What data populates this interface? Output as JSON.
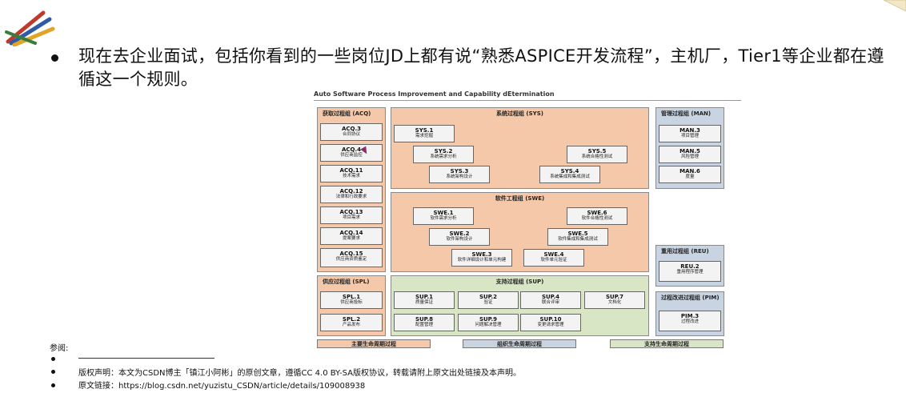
{
  "main": {
    "text": "现在去企业面试，包括你看到的一些岗位JD上都有说“熟悉ASPICE开发流程”，主机厂，Tier1等企业都在遵循这一个规则。"
  },
  "diagram": {
    "title": "Auto Software Process Improvement and Capability dEtermination",
    "acq": {
      "title": "获取过程组 (ACQ)",
      "items": [
        {
          "id": "ACQ.3",
          "name": "合同协议"
        },
        {
          "id": "ACQ.4",
          "name": "供应商监控"
        },
        {
          "id": "ACQ.11",
          "name": "技术需求"
        },
        {
          "id": "ACQ.12",
          "name": "法律和行政要求"
        },
        {
          "id": "ACQ.13",
          "name": "项目需求"
        },
        {
          "id": "ACQ.14",
          "name": "提案要求"
        },
        {
          "id": "ACQ.15",
          "name": "供应商资质鉴定"
        }
      ]
    },
    "spl": {
      "title": "供应过程组 (SPL)",
      "items": [
        {
          "id": "SPL.1",
          "name": "供应商投标"
        },
        {
          "id": "SPL.2",
          "name": "产品发布"
        }
      ]
    },
    "sys": {
      "title": "系统过程组 (SYS)",
      "items": [
        {
          "id": "SYS.1",
          "name": "需求挖掘"
        },
        {
          "id": "SYS.2",
          "name": "系统需求分析"
        },
        {
          "id": "SYS.3",
          "name": "系统架构设计"
        },
        {
          "id": "SYS.4",
          "name": "系统集成和集成测试"
        },
        {
          "id": "SYS.5",
          "name": "系统合格性测试"
        }
      ]
    },
    "swe": {
      "title": "软件工程组 (SWE)",
      "items": [
        {
          "id": "SWE.1",
          "name": "软件需求分析"
        },
        {
          "id": "SWE.2",
          "name": "软件架构设计"
        },
        {
          "id": "SWE.3",
          "name": "软件详细设计和单元构建"
        },
        {
          "id": "SWE.4",
          "name": "软件单元验证"
        },
        {
          "id": "SWE.5",
          "name": "软件集成和集成测试"
        },
        {
          "id": "SWE.6",
          "name": "软件合格性测试"
        }
      ]
    },
    "sup": {
      "title": "支持过程组 (SUP)",
      "items": [
        {
          "id": "SUP.1",
          "name": "质量保证"
        },
        {
          "id": "SUP.2",
          "name": "验证"
        },
        {
          "id": "SUP.4",
          "name": "联合评审"
        },
        {
          "id": "SUP.7",
          "name": "文档化"
        },
        {
          "id": "SUP.8",
          "name": "配置管理"
        },
        {
          "id": "SUP.9",
          "name": "问题解决管理"
        },
        {
          "id": "SUP.10",
          "name": "变更请求管理"
        }
      ]
    },
    "man": {
      "title": "管理过程组 (MAN)",
      "items": [
        {
          "id": "MAN.3",
          "name": "项目管理"
        },
        {
          "id": "MAN.5",
          "name": "风险管理"
        },
        {
          "id": "MAN.6",
          "name": "度量"
        }
      ]
    },
    "reu": {
      "title": "重用过程组 (REU)",
      "items": [
        {
          "id": "REU.2",
          "name": "重用程序管理"
        }
      ]
    },
    "pim": {
      "title": "过程改进过程组 (PIM)",
      "items": [
        {
          "id": "PIM.3",
          "name": "过程改进"
        }
      ]
    },
    "footer": {
      "primary": "主要生命周期过程",
      "organizational": "组织生命周期过程",
      "supporting": "支持生命周期过程"
    }
  },
  "references": {
    "label": "参阅:",
    "copyright": "版权声明：本文为CSDN博主「镇江小阿彬」的原创文章，遵循CC 4.0 BY-SA版权协议，转载请附上原文出处链接及本声明。",
    "link": "原文链接：https://blog.csdn.net/yuzistu_CSDN/article/details/109008938"
  },
  "colors": {
    "orange_group": "#f4c8a8",
    "green_group": "#d9e6c6",
    "blue_group": "#c9d4e2"
  }
}
